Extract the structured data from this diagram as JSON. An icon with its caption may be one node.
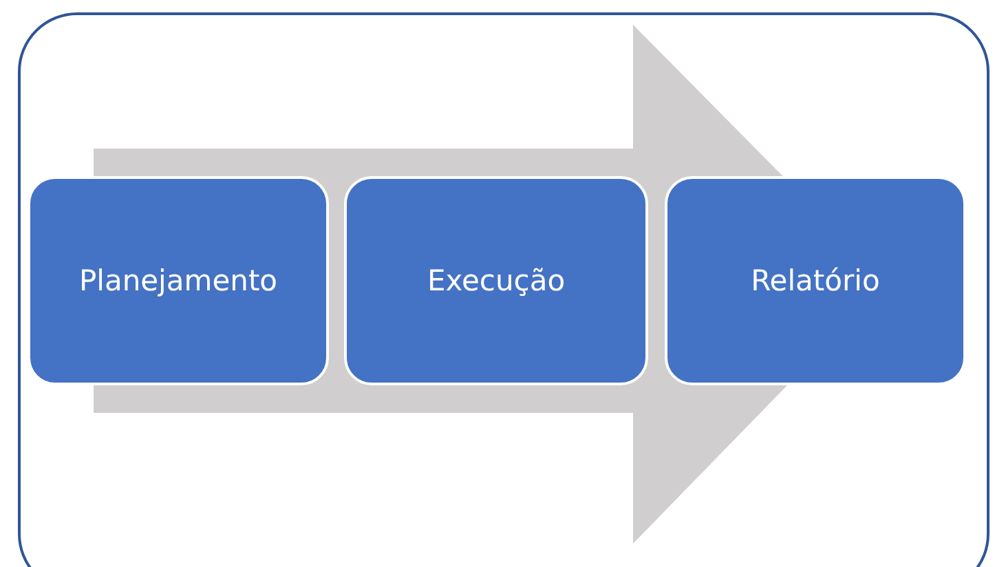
{
  "diagram": {
    "nodes": [
      {
        "text": [
          "Planejamento"
        ]
      },
      {
        "text": [
          "Execução"
        ]
      },
      {
        "text": [
          "Relatório"
        ]
      }
    ],
    "edges": [
      {
        "from": 0,
        "to": 2,
        "arrow": "to"
      }
    ]
  }
}
